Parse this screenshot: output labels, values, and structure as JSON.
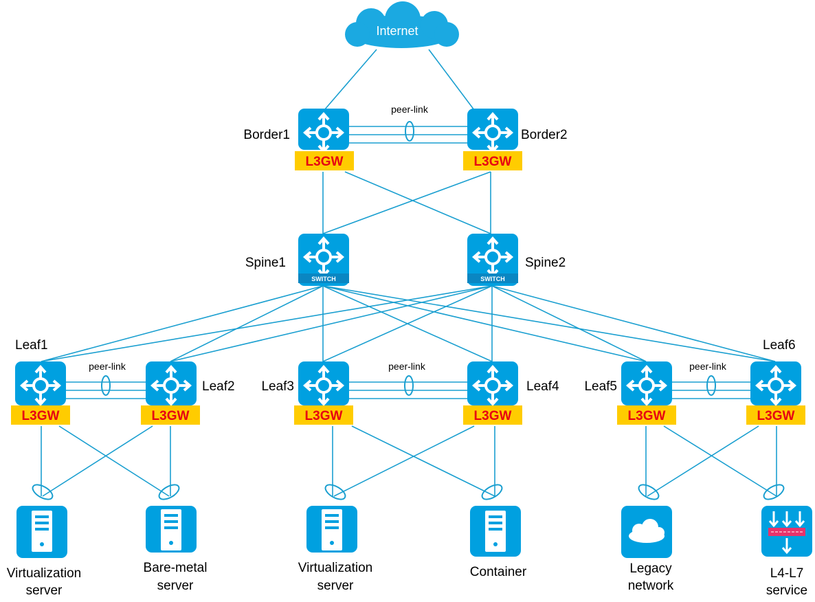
{
  "internet": {
    "label": "Internet"
  },
  "peer_link_label": "peer-link",
  "gateway_badge": "L3GW",
  "switch_badge": "SWITCH",
  "colors": {
    "device": "#00a0e0",
    "link": "#1a9fd0",
    "badge_bg": "#ffcc00",
    "badge_text": "#e60012"
  },
  "borders": [
    {
      "name": "Border1"
    },
    {
      "name": "Border2"
    }
  ],
  "spines": [
    {
      "name": "Spine1"
    },
    {
      "name": "Spine2"
    }
  ],
  "leaves": [
    {
      "name": "Leaf1"
    },
    {
      "name": "Leaf2"
    },
    {
      "name": "Leaf3"
    },
    {
      "name": "Leaf4"
    },
    {
      "name": "Leaf5"
    },
    {
      "name": "Leaf6"
    }
  ],
  "endpoints": [
    {
      "icon": "server-icon",
      "line1": "Virtualization",
      "line2": "server"
    },
    {
      "icon": "server-icon",
      "line1": "Bare-metal",
      "line2": "server"
    },
    {
      "icon": "server-icon",
      "line1": "Virtualization",
      "line2": "server"
    },
    {
      "icon": "server-icon",
      "line1": "Container",
      "line2": ""
    },
    {
      "icon": "cloud-icon",
      "line1": "Legacy",
      "line2": "network"
    },
    {
      "icon": "firewall-icon",
      "line1": "L4-L7",
      "line2": "service"
    }
  ]
}
